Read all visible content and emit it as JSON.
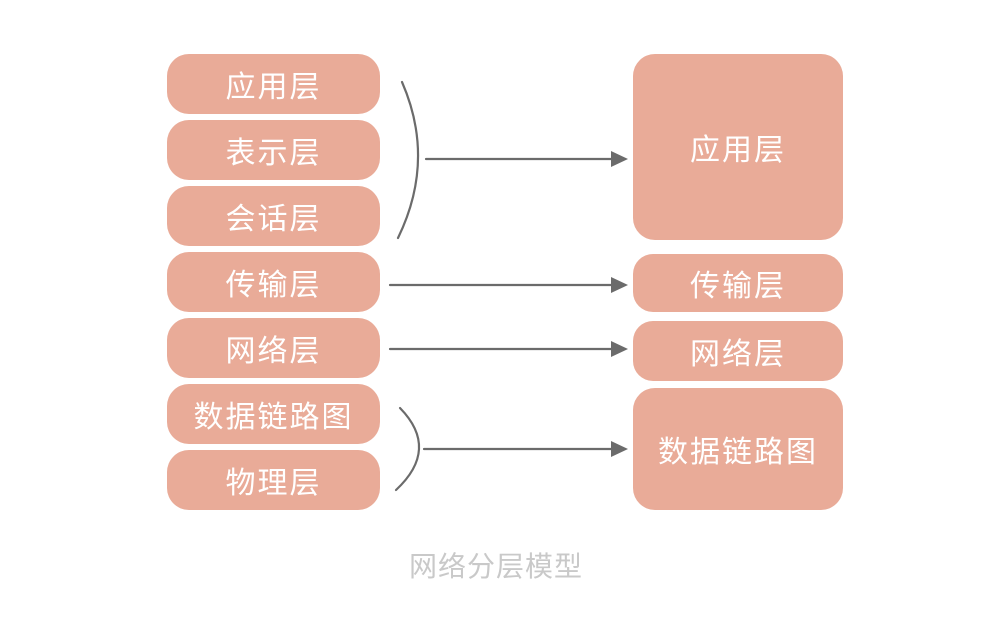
{
  "osi_layers": [
    "应用层",
    "表示层",
    "会话层",
    "传输层",
    "网络层",
    "数据链路图",
    "物理层"
  ],
  "tcpip_layers": [
    "应用层",
    "传输层",
    "网络层",
    "数据链路图"
  ],
  "caption": "网络分层模型",
  "colors": {
    "box_fill": "#e9ab98",
    "box_text": "#ffffff",
    "connector": "#6b6b6b",
    "caption": "#c9c9c9"
  }
}
